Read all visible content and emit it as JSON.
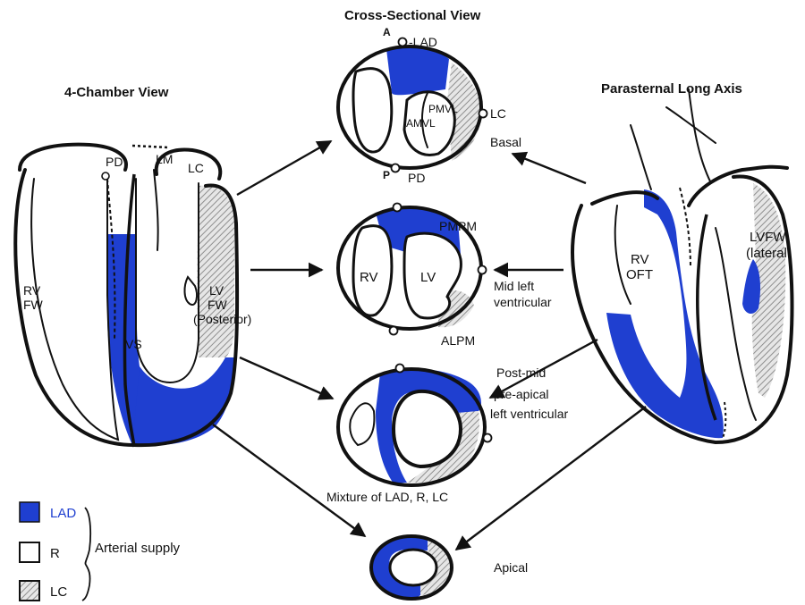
{
  "titles": {
    "cross_sectional": "Cross-Sectional View",
    "four_chamber": "4-Chamber View",
    "parasternal": "Parasternal  Long  Axis"
  },
  "four_chamber_labels": {
    "pd": "PD",
    "lm": "LM",
    "lc": "LC",
    "rv_fw_1": "RV",
    "rv_fw_2": "FW",
    "lv_fw_1": "LV",
    "lv_fw_2": "FW",
    "lv_fw_3": "(Posterior)",
    "vs": "VS"
  },
  "basal_labels": {
    "a": "A",
    "lad": "-LAD",
    "pmvl": "PMVL",
    "amvl": "AMVL",
    "lc": "LC",
    "p": "P",
    "pd": "PD",
    "level": "Basal"
  },
  "mid_labels": {
    "pmpm": "PMPM",
    "rv": "RV",
    "lv": "LV",
    "alpm": "ALPM",
    "level_1": "Mid left",
    "level_2": "ventricular"
  },
  "post_labels": {
    "level_1": "Post-mid",
    "level_2": "pre-apical",
    "level_3": "left  ventricular",
    "mixture": "Mixture of LAD, R, LC"
  },
  "apical_labels": {
    "level": "Apical"
  },
  "parasternal_labels": {
    "rv_1": "RV",
    "rv_2": "OFT",
    "lvfw_1": "LVFW",
    "lvfw_2": "(lateral"
  },
  "legend": {
    "lad": "LAD",
    "r": "R",
    "lc": "LC",
    "caption": "Arterial  supply"
  },
  "colors": {
    "lad": "#1f3fd0",
    "r": "#ffffff",
    "lc_hatch": "#9a9a9a",
    "outline": "#111111"
  }
}
